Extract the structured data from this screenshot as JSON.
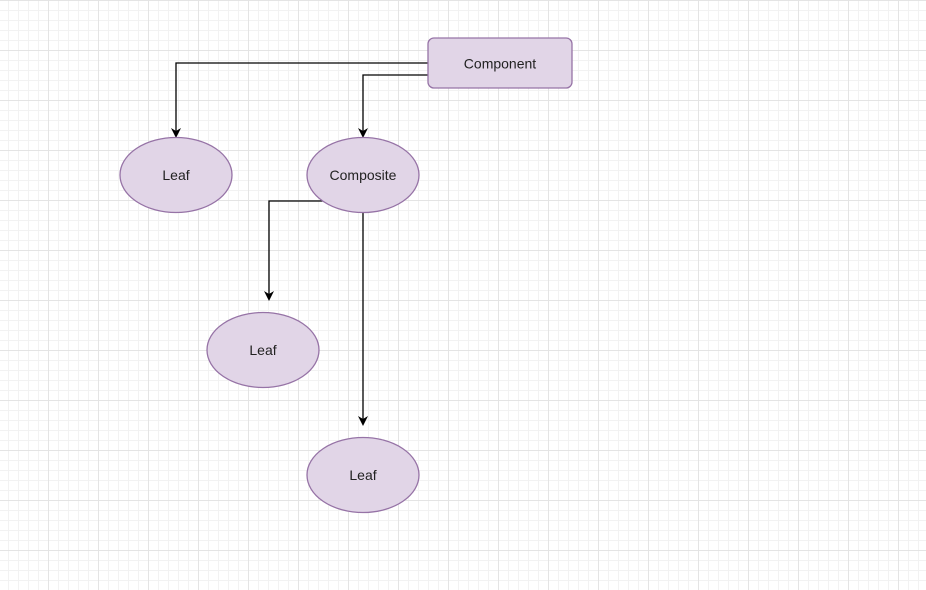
{
  "diagram": {
    "colors": {
      "node_fill": "#e1d5e7",
      "node_stroke": "#9673a6",
      "edge": "#000000"
    },
    "nodes": {
      "component": {
        "label": "Component",
        "shape": "rounded-rectangle"
      },
      "leaf_1": {
        "label": "Leaf",
        "shape": "ellipse"
      },
      "composite": {
        "label": "Composite",
        "shape": "ellipse"
      },
      "leaf_2": {
        "label": "Leaf",
        "shape": "ellipse"
      },
      "leaf_3": {
        "label": "Leaf",
        "shape": "ellipse"
      }
    },
    "edges": [
      {
        "from": "component",
        "to": "leaf_1"
      },
      {
        "from": "component",
        "to": "composite"
      },
      {
        "from": "composite",
        "to": "leaf_2"
      },
      {
        "from": "composite",
        "to": "leaf_3"
      }
    ]
  }
}
